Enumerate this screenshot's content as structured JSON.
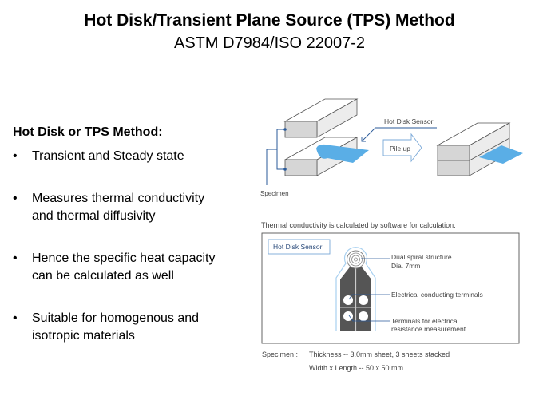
{
  "title": "Hot Disk/Transient Plane Source (TPS) Method",
  "subtitle": "ASTM D7984/ISO 22007-2",
  "heading": "Hot Disk or TPS Method:",
  "bullets": [
    {
      "lines": [
        "Transient and Steady state"
      ]
    },
    {
      "lines": [
        "Measures thermal conductivity",
        "and thermal diffusivity"
      ]
    },
    {
      "lines": [
        "Hence the specific heat capacity",
        "can be calculated as well"
      ]
    },
    {
      "lines": [
        "Suitable for homogenous and",
        "isotropic materials"
      ]
    }
  ],
  "bullet_glyph": "•",
  "diagram_top": {
    "sensor_label": "Hot Disk Sensor",
    "pile_up_label": "Pile up",
    "specimen_label": "Specimen"
  },
  "diagram_bottom": {
    "caption": "Thermal conductivity is calculated by software for calculation.",
    "box_label": "Hot Disk Sensor",
    "callout_spiral_1": "Dual spiral structure",
    "callout_spiral_2": "Dia. 7mm",
    "callout_terminals": "Electrical conducting terminals",
    "callout_resistance_1": "Terminals for electrical",
    "callout_resistance_2": "resistance measurement",
    "specimen_prefix": "Specimen :",
    "specimen_line_1": "Thickness -- 3.0mm sheet, 3 sheets stacked",
    "specimen_line_2": "Width x Length -- 50 x 50 mm"
  },
  "colors": {
    "sensor_blue": "#5aaee6",
    "line_blue": "#2a5a9a",
    "face_gray": "#d6d6d6",
    "light_gray": "#ececec"
  }
}
